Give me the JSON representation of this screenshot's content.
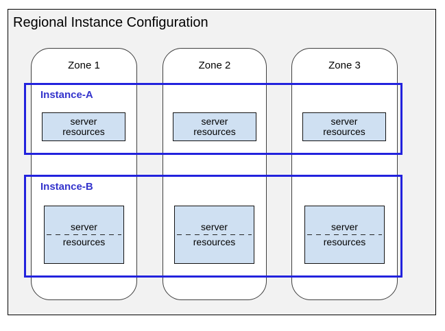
{
  "title": "Regional Instance Configuration",
  "colors": {
    "frame_background": "#f2f2f2",
    "zone_background": "#ffffff",
    "zone_border": "#3d3d3d",
    "instance_border": "#2222dd",
    "instance_label": "#3333cc",
    "server_box_fill": "#cfe0f2",
    "server_box_border": "#111111"
  },
  "zones": [
    {
      "label": "Zone 1"
    },
    {
      "label": "Zone 2"
    },
    {
      "label": "Zone 3"
    }
  ],
  "instances": [
    {
      "label": "Instance-A",
      "boxes": [
        {
          "line1": "server",
          "line2": "resources"
        },
        {
          "line1": "server",
          "line2": "resources"
        },
        {
          "line1": "server",
          "line2": "resources"
        }
      ]
    },
    {
      "label": "Instance-B",
      "boxes": [
        {
          "line1": "server",
          "line2": "resources"
        },
        {
          "line1": "server",
          "line2": "resources"
        },
        {
          "line1": "server",
          "line2": "resources"
        }
      ]
    }
  ]
}
